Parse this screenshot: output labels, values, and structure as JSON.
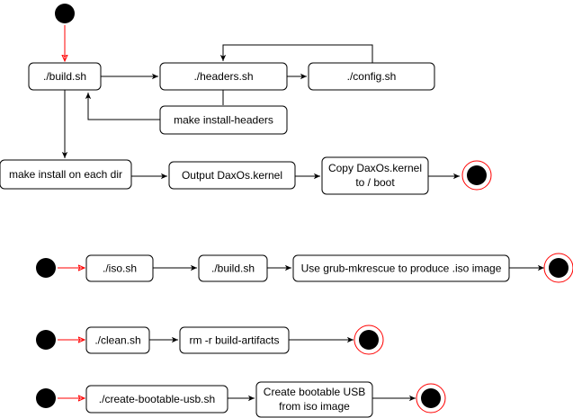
{
  "colors": {
    "start_fill": "#000000",
    "start_arrow": "#ff0000",
    "end_ring": "#ff0000",
    "end_fill": "#000000",
    "box_fill": "#ffffff",
    "box_stroke": "#000000",
    "arrow": "#000000"
  },
  "nodes": {
    "build_main": "./build.sh",
    "headers": "./headers.sh",
    "config": "./config.sh",
    "install_headers": "make install-headers",
    "install_each": "make install on each dir",
    "output_kernel": "Output DaxOs.kernel",
    "copy_kernel": [
      "Copy DaxOs.kernel",
      "to / boot"
    ],
    "iso": "./iso.sh",
    "iso_build": "./build.sh",
    "grub": "Use  grub-mkrescue to produce .iso image",
    "clean": "./clean.sh",
    "rm_artifacts": "rm -r build-artifacts",
    "create_usb": "./create-bootable-usb.sh",
    "usb_from_iso": [
      "Create bootable USB",
      "from iso image"
    ]
  }
}
